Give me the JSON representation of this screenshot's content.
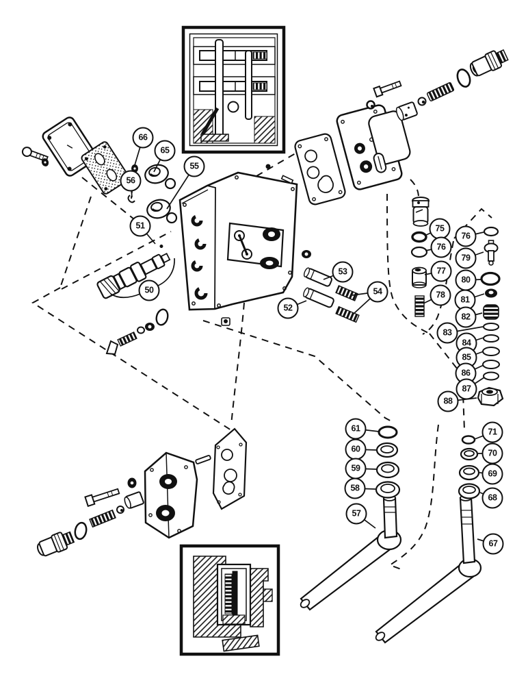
{
  "diagram": {
    "colors": {
      "ink": "#111111",
      "paper": "#ffffff"
    },
    "callouts": {
      "n50": "50",
      "n51": "51",
      "n52": "52",
      "n53": "53",
      "n54": "54",
      "n55": "55",
      "n56": "56",
      "n57": "57",
      "n58": "58",
      "n59": "59",
      "n60": "60",
      "n61": "61",
      "n65": "65",
      "n66": "66",
      "n67": "67",
      "n68": "68",
      "n69": "69",
      "n70": "70",
      "n71": "71",
      "n75": "75",
      "n76": "76",
      "n77": "77",
      "n78": "78",
      "n79": "79",
      "n80": "80",
      "n81": "81",
      "n82": "82",
      "n83": "83",
      "n84": "84",
      "n85": "85",
      "n86": "86",
      "n87": "87",
      "n88": "88"
    }
  }
}
